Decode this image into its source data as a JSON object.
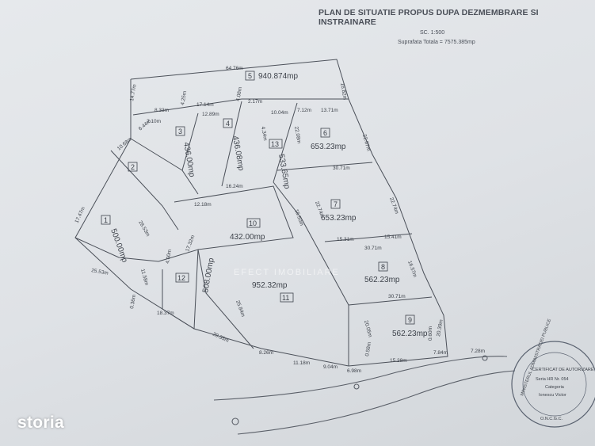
{
  "header": {
    "title": "PLAN DE SITUATIE PROPUS DUPA DEZMEMBRARE SI INSTRAINARE",
    "scale": "SC. 1:500",
    "total_area": "Suprafata Totala = 7575.385mp"
  },
  "lots": [
    {
      "number": "1",
      "area": "500.00mp"
    },
    {
      "number": "2",
      "area": ""
    },
    {
      "number": "3",
      "area": "436.00mp"
    },
    {
      "number": "4",
      "area": "436.08mp"
    },
    {
      "number": "5",
      "area": "940.874mp"
    },
    {
      "number": "6",
      "area": "653.23mp"
    },
    {
      "number": "7",
      "area": "653.23mp"
    },
    {
      "number": "8",
      "area": "562.23mp"
    },
    {
      "number": "9",
      "area": "562.23mp"
    },
    {
      "number": "10",
      "area": "432.00mp"
    },
    {
      "number": "11",
      "area": "952.32mp"
    },
    {
      "number": "12",
      "area": "508.00mp"
    },
    {
      "number": "13",
      "area": "533.65mp"
    }
  ],
  "dimensions": [
    "64.76m",
    "16.82m",
    "14.77m",
    "8.33m",
    "4.25m",
    "17.14m",
    "4.08m",
    "2.17m",
    "12.89m",
    "10.04m",
    "7.12m",
    "13.71m",
    "2.10m",
    "6.44m",
    "4.34m",
    "22.08m",
    "22.87m",
    "10.68m",
    "30.71m",
    "16.24m",
    "12.18m",
    "22.74m",
    "22.74m",
    "15.31m",
    "15.41m",
    "17.47m",
    "28.53m",
    "15.50m",
    "30.71m",
    "16.57m",
    "4.00m",
    "17.32m",
    "30.71m",
    "25.53m",
    "11.58m",
    "18.37m",
    "20.35m",
    "25.84m",
    "8.26m",
    "11.18m",
    "9.04m",
    "6.98m",
    "15.28m",
    "7.84m",
    "7.28m",
    "0.60m",
    "20.05m",
    "20.39m",
    "0.36m",
    "0.58m"
  ],
  "stamp": {
    "lines": [
      "MINISTERUL ADMINISTRATIEI PUBLICE",
      "CERTIFICAT DE AUTORIZARE",
      "Seria HR Nr. 054",
      "Categoria",
      "Ionescu Victor",
      "O.N.C.G.C."
    ]
  },
  "watermark": "EFECT IMOBILIARE",
  "branding": {
    "logo": "storia"
  },
  "colors": {
    "ink": "#4a4f58",
    "paper": "#e2e5e8",
    "stamp": "#5a6270"
  }
}
